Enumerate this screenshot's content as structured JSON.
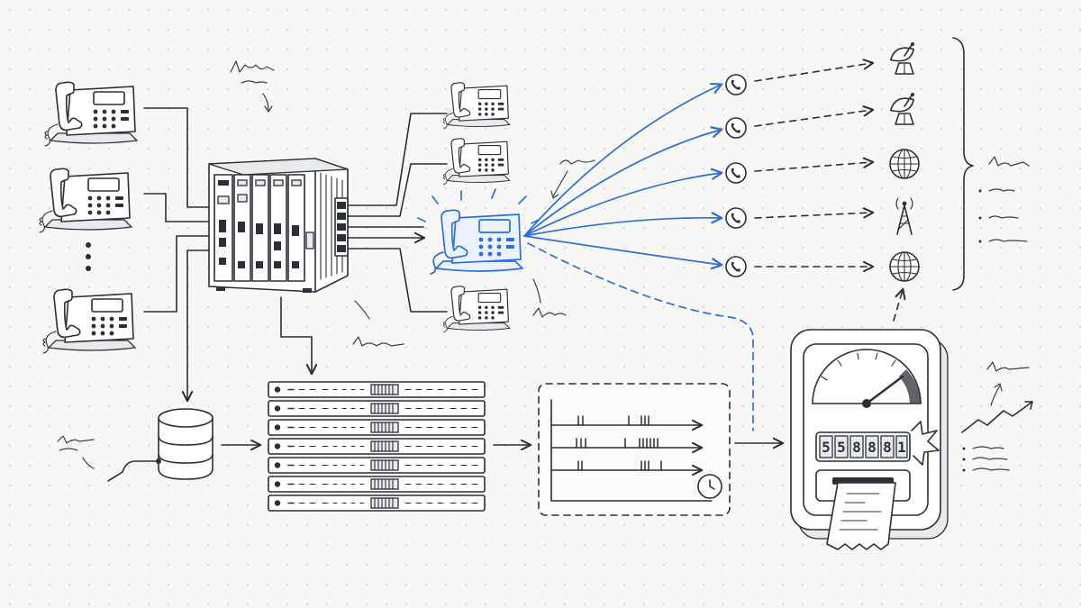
{
  "meter": {
    "digits": [
      "5",
      "5",
      "8",
      "8",
      "8",
      "1"
    ]
  },
  "colors": {
    "ink": "#2b2f36",
    "accent_blue": "#2f6fd6",
    "background": "#f7f7f5"
  },
  "icons": {
    "left_phones": "desk-phone-icon",
    "switch": "pbx-chassis-icon",
    "right_phones": "desk-phone-icon",
    "active_phone": "desk-phone-highlighted-icon",
    "call_nodes": "handset-circle-icon",
    "destinations": [
      "satellite-dish-icon",
      "satellite-dish-icon",
      "globe-icon",
      "radio-tower-icon",
      "globe-icon"
    ],
    "storage": "database-icon",
    "records": "server-rack-icon",
    "timeline": "call-timeline-icon",
    "clock": "clock-icon",
    "billing": "usage-meter-icon",
    "receipt": "receipt-icon",
    "trend": "trend-arrow-icon"
  }
}
